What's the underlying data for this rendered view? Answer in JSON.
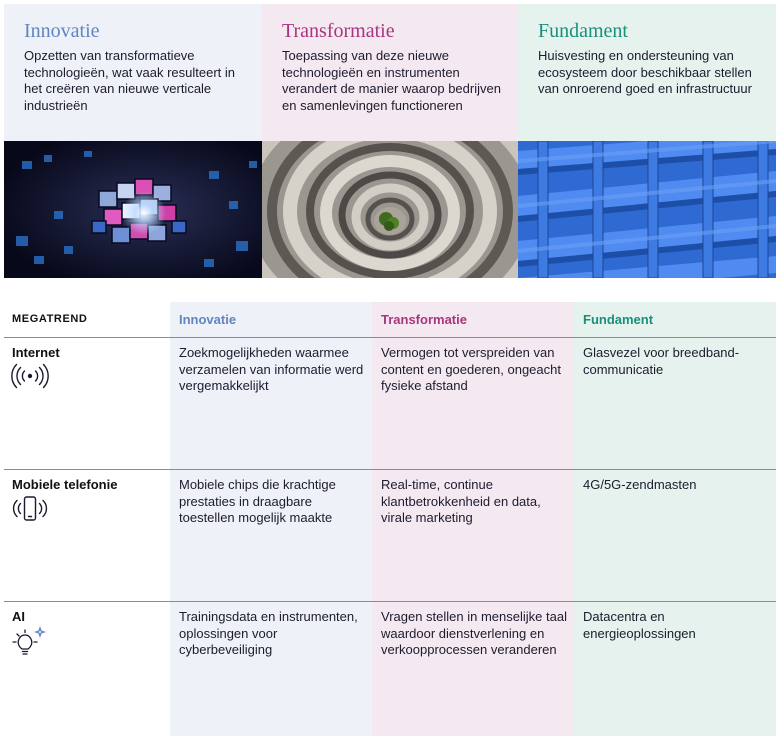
{
  "panels": [
    {
      "title": "Innovatie",
      "text": "Opzetten van transformatieve technologieën, wat vaak resulteert in het creëren van nieuwe verticale industrieën"
    },
    {
      "title": "Transformatie",
      "text": "Toepassing van deze nieuwe technologieën en instrumenten verandert de manier waarop bedrijven en samenlevingen functioneren"
    },
    {
      "title": "Fundament",
      "text": "Huisvesting en ondersteuning van ecosysteem door beschikbaar stellen van onroerend goed en infrastructuur"
    }
  ],
  "table": {
    "headers": [
      "MEGATREND",
      "Innovatie",
      "Transformatie",
      "Fundament"
    ],
    "rows": [
      {
        "label": "Internet",
        "icon": "wifi-broadcast-icon",
        "cells": [
          "Zoekmogelijkheden waarmee verzamelen van informatie werd vergemakkelijkt",
          "Vermogen tot verspreiden van content en goederen, ongeacht fysieke afstand",
          "Glasvezel voor breedband-communicatie"
        ]
      },
      {
        "label": "Mobiele telefonie",
        "icon": "mobile-phone-icon",
        "cells": [
          "Mobiele chips die krachtige prestaties in draagbare toestellen mogelijk maakte",
          "Real-time, continue klantbetrokkenheid en data, virale marketing",
          "4G/5G-zendmasten"
        ]
      },
      {
        "label": "AI",
        "icon": "lightbulb-sparkle-icon",
        "cells": [
          "Trainingsdata en instrumenten, oplossingen voor cyberbeveiliging",
          "Vragen stellen in menselijke taal waardoor dienstverlening en verkoopprocessen veranderen",
          "Datacentra en energieoplossingen"
        ]
      }
    ]
  },
  "colors": {
    "innovatie": "#5f86bd",
    "transformatie": "#a8357f",
    "fundament": "#1a8f7a"
  }
}
